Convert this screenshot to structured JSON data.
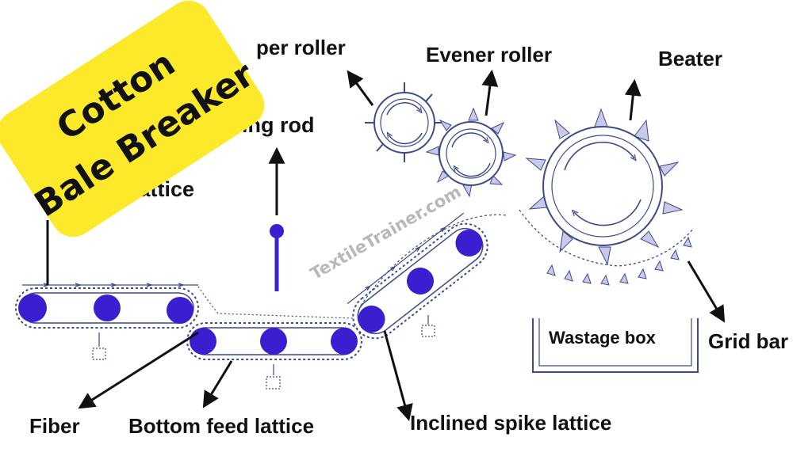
{
  "title": {
    "line1": "Cotton",
    "line2": "Bale Breaker"
  },
  "watermark": "TextileTrainer.com",
  "labels": {
    "stripper_roller": "per roller",
    "evener_roller": "Evener roller",
    "beater": "Beater",
    "swing_rod": "Swing rod",
    "feed_lattice": "ed lattice",
    "wastage_box": "Wastage box",
    "grid_bar": "Grid bar",
    "fiber": "Fiber",
    "bottom_feed_lattice": "Bottom feed lattice",
    "inclined_spike_lattice": "Inclined spike  lattice"
  },
  "colors": {
    "roller_blue": "#3a1fd1",
    "title_bg": "#fbe92a",
    "ink": "#111111",
    "line": "#3c4a8a"
  }
}
